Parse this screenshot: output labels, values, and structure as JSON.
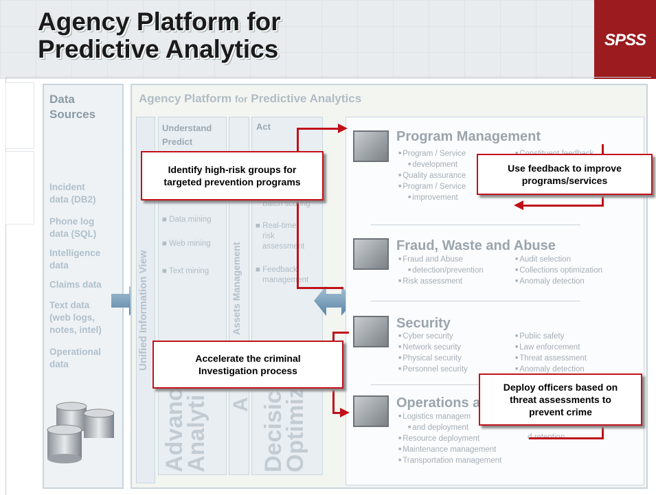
{
  "header": {
    "title_line1": "Agency Platform for",
    "title_line2": "Predictive Analytics",
    "logo": "SPSS"
  },
  "data_sources": {
    "title_line1": "Data",
    "title_line2": "Sources",
    "items": [
      "Incident",
      "data (DB2)",
      "Phone log",
      "data (SQL)",
      "Intelligence",
      "data",
      "Claims data",
      "Text data",
      "(web logs,",
      "notes, intel)",
      "Operational",
      "data"
    ]
  },
  "platform": {
    "title_main": "Agency Platform",
    "title_for": "for",
    "title_end": "Predictive Analytics",
    "unified_view": "Unified Information View",
    "understand": {
      "title_line1": "Understand",
      "title_line2": "Predict",
      "items": [
        "Data mining",
        "Web mining",
        "Text mining"
      ],
      "big_line1": "Advanc",
      "big_line2": "Analyti"
    },
    "assets": {
      "label": "Assets Management",
      "big": "A"
    },
    "act": {
      "title": "Act",
      "items": [
        "Batch scoring",
        "Real-time",
        "risk",
        "assessment",
        "Feedback",
        "management"
      ],
      "big_line1": "Decisic",
      "big_line2": "Optimiz"
    }
  },
  "sections": {
    "program": {
      "title": "Program Management",
      "left": [
        "Program / Service",
        "development",
        "Quality assurance",
        "Program / Service",
        "improvement"
      ],
      "right": [
        "Constituent feedback"
      ]
    },
    "fraud": {
      "title": "Fraud, Waste and Abuse",
      "left": [
        "Fraud and Abuse",
        "detection/prevention",
        "Risk assessment"
      ],
      "right": [
        "Audit selection",
        "Collections optimization",
        "Anomaly detection"
      ]
    },
    "security": {
      "title": "Security",
      "left": [
        "Cyber security",
        "Network security",
        "Physical security",
        "Personnel security"
      ],
      "right": [
        "Public safety",
        "Law enforcement",
        "Threat assessment",
        "Anomaly detection"
      ]
    },
    "operations": {
      "title": "Operations a",
      "left": [
        "Logistics managem",
        "and deployment",
        "Resource deployment",
        "Maintenance management",
        "Transportation management"
      ],
      "right": [
        "d retention"
      ]
    }
  },
  "callouts": {
    "c1": "Identify high-risk groups for targeted prevention programs",
    "c2": "Use feedback to improve programs/services",
    "c3": "Accelerate the criminal Investigation process",
    "c4": "Deploy officers based on threat assessments to prevent crime"
  },
  "colors": {
    "accent_red": "#c0111a",
    "logo_bg": "#9b1b1f",
    "arrow_blue": "#7fa4c0"
  }
}
